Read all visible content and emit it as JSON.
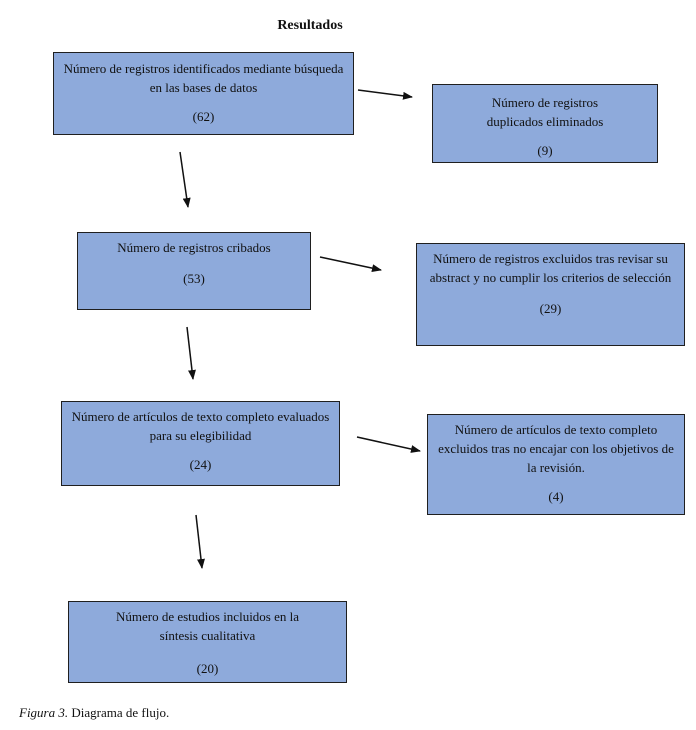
{
  "title": "Resultados",
  "boxes": {
    "identified": {
      "text": "Número de registros identificados mediante búsqueda en las bases de  datos",
      "count": "(62)"
    },
    "duplicates": {
      "text": "Número de registros duplicados eliminados",
      "count": "(9)"
    },
    "screened": {
      "text": "Número de registros cribados",
      "count": "(53)"
    },
    "excluded_abstract": {
      "text": "Número de registros excluidos tras revisar su abstract y no cumplir los criterios de selección",
      "count": "(29)"
    },
    "fulltext": {
      "text": "Número de artículos de texto completo evaluados para su elegibilidad",
      "count": "(24)"
    },
    "excluded_fulltext": {
      "text": "Número de artículos de texto completo excluidos tras no encajar con los objetivos de la revisión.",
      "count": "(4)"
    },
    "included": {
      "text": "Número de estudios incluidos en la síntesis cualitativa",
      "count": "(20)"
    }
  },
  "caption": {
    "label": "Figura 3.",
    "text": " Diagrama de flujo."
  },
  "colors": {
    "box_fill": "#8eaadb",
    "box_border": "#1f1f1f",
    "arrow": "#111111"
  }
}
